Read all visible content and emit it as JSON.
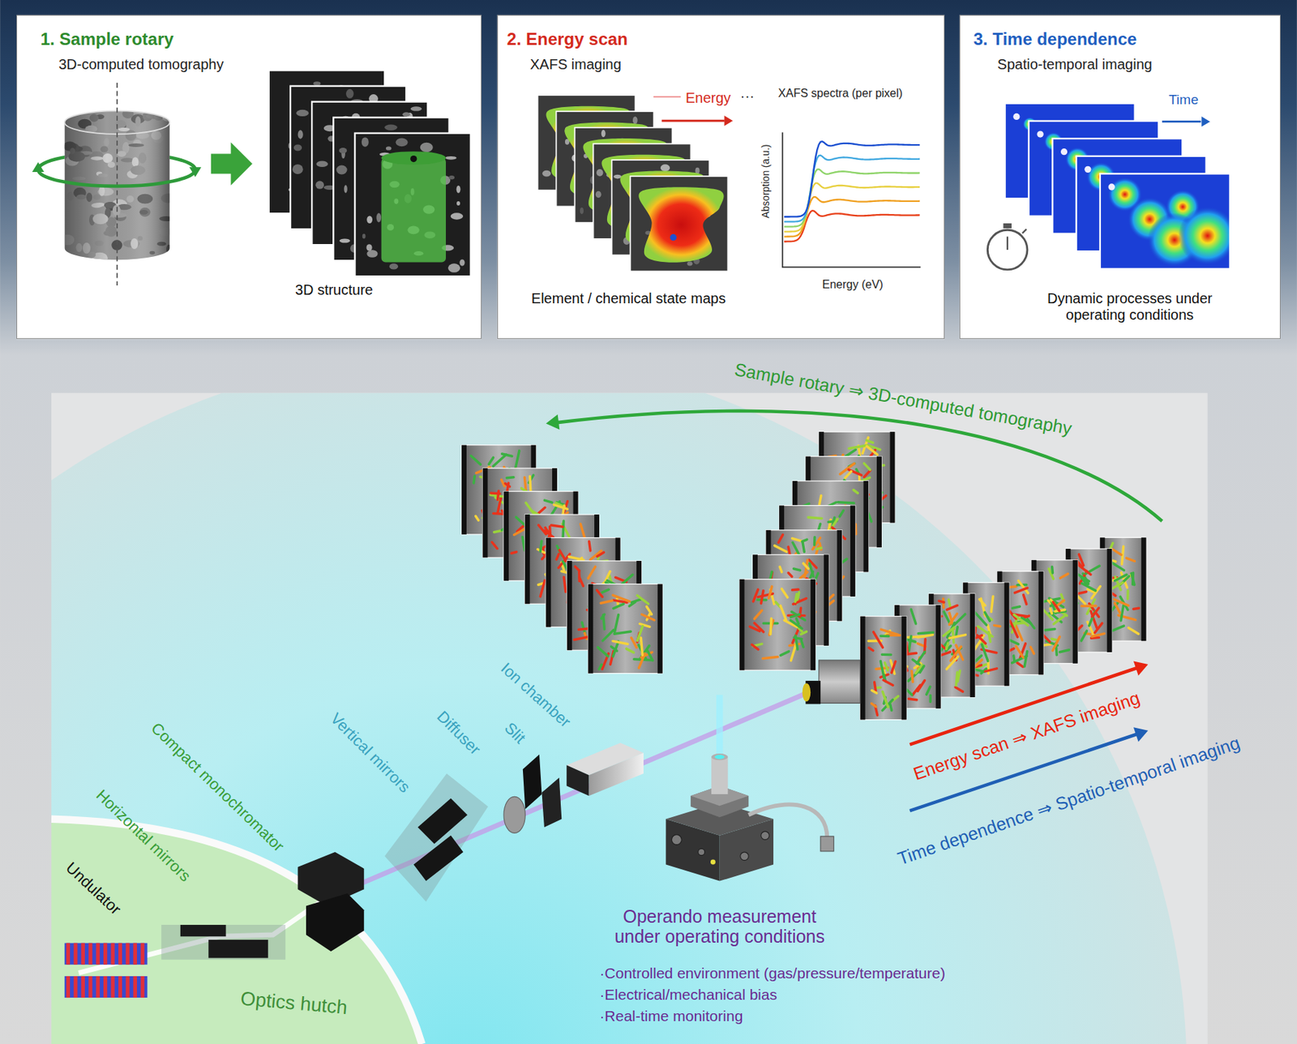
{
  "diagram": {
    "nodes": [
      {
        "text": [
          "1. Sample rotary",
          "3D-computed tomography",
          "3D structure"
        ]
      },
      {
        "text": [
          "2. Energy scan",
          "XAFS imaging",
          "Energy",
          "···",
          "XAFS spectra (per pixel)",
          "Absorption (a.u.)",
          "Energy (eV)",
          "Element / chemical state maps"
        ]
      },
      {
        "text": [
          "3. Time dependence",
          "Spatio-temporal imaging",
          "Time",
          "Dynamic processes under operating conditions"
        ]
      }
    ],
    "labels": [
      "Sample rotary ⇒ 3D-computed tomography",
      "Ion chamber",
      "Slit",
      "Diffuser",
      "Vertical mirrors",
      "Compact monochromator",
      "Horizontal mirrors",
      "Undulator",
      "Energy scan ⇒ XAFS imaging",
      "Time dependence ⇒ Spatio-temporal imaging",
      "Operando measurement under operating conditions",
      "·Controlled environment (gas/pressure/temperature)",
      "·Electrical/mechanical bias",
      "·Real-time monitoring",
      "Optics hutch"
    ]
  }
}
